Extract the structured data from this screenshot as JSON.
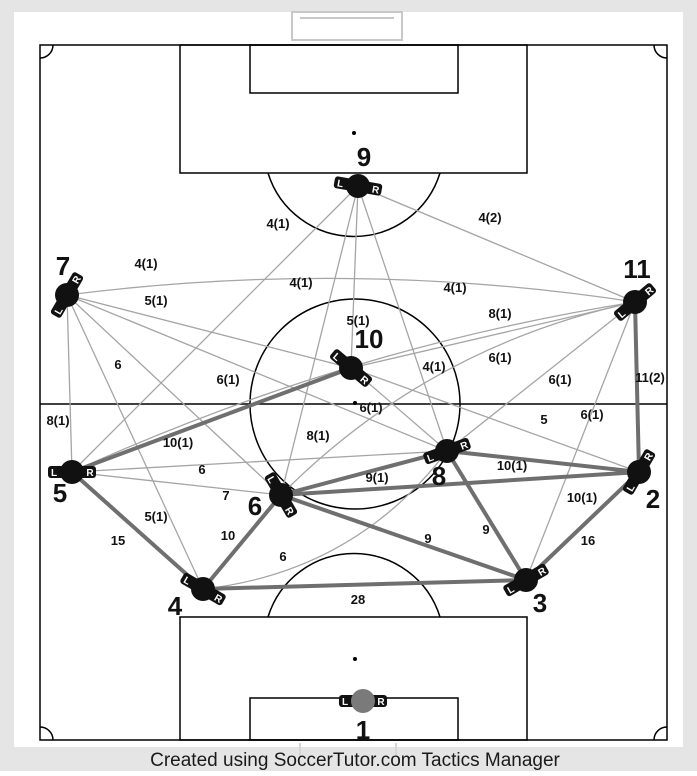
{
  "colors": {
    "frame": "#e5e5e5",
    "pitch": "#ffffff",
    "pitch_lines": "#000000",
    "player": "#111111",
    "goalkeeper": "#7a7a7a",
    "label_box": "#111111",
    "label_text": "#ffffff",
    "pass_strong": "#6f6f6f",
    "pass_weak": "#a5a5a5",
    "pass_label": "#111111"
  },
  "players": [
    {
      "id": "p1",
      "number": "1",
      "goalkeeper": true
    },
    {
      "id": "p2",
      "number": "2"
    },
    {
      "id": "p3",
      "number": "3"
    },
    {
      "id": "p4",
      "number": "4"
    },
    {
      "id": "p5",
      "number": "5"
    },
    {
      "id": "p6",
      "number": "6"
    },
    {
      "id": "p7",
      "number": "7"
    },
    {
      "id": "p8",
      "number": "8"
    },
    {
      "id": "p9",
      "number": "9"
    },
    {
      "id": "p10",
      "number": "10"
    },
    {
      "id": "p11",
      "number": "11"
    }
  ],
  "foot_labels": {
    "left": "L",
    "right": "R"
  },
  "passes": [
    {
      "id": "5-4",
      "from": "p5",
      "to": "p4",
      "label": "15",
      "strength": "strong"
    },
    {
      "id": "4-3",
      "from": "p4",
      "to": "p3",
      "label": "28",
      "strength": "strong"
    },
    {
      "id": "3-2",
      "from": "p3",
      "to": "p2",
      "label": "16",
      "strength": "strong"
    },
    {
      "id": "4-6",
      "from": "p4",
      "to": "p6",
      "label": "10",
      "strength": "strong"
    },
    {
      "id": "6-3",
      "from": "p6",
      "to": "p3",
      "label": "9",
      "strength": "strong"
    },
    {
      "id": "8-3",
      "from": "p8",
      "to": "p3",
      "label": "9",
      "strength": "strong"
    },
    {
      "id": "6-8",
      "from": "p6",
      "to": "p8",
      "label": "9(1)",
      "strength": "strong"
    },
    {
      "id": "8-2",
      "from": "p8",
      "to": "p2",
      "label": "10(1)",
      "strength": "strong"
    },
    {
      "id": "6-2",
      "from": "p6",
      "to": "p2",
      "label": "10(1)",
      "strength": "strong"
    },
    {
      "id": "5-10",
      "from": "p5",
      "to": "p10",
      "label": "10(1)",
      "strength": "strong"
    },
    {
      "id": "11-2",
      "from": "p11",
      "to": "p2",
      "label": "11(2)",
      "strength": "strong"
    },
    {
      "id": "7-4",
      "from": "p7",
      "to": "p4",
      "label": "6",
      "strength": "weak"
    },
    {
      "id": "7-6",
      "from": "p7",
      "to": "p6",
      "label": "6(1)",
      "strength": "weak"
    },
    {
      "id": "7-5",
      "from": "p7",
      "to": "p5",
      "label": "8(1)",
      "strength": "weak"
    },
    {
      "id": "7-10",
      "from": "p7",
      "to": "p10",
      "label": "5(1)",
      "strength": "weak"
    },
    {
      "id": "7-11",
      "from": "p7",
      "to": "p11",
      "label": "4(1)",
      "strength": "weak"
    },
    {
      "id": "7-8",
      "from": "p7",
      "to": "p8",
      "label": "",
      "strength": "weak"
    },
    {
      "id": "9-5",
      "from": "p9",
      "to": "p5",
      "label": "4(1)",
      "strength": "weak"
    },
    {
      "id": "9-6",
      "from": "p9",
      "to": "p6",
      "label": "4(1)",
      "strength": "weak"
    },
    {
      "id": "9-10",
      "from": "p9",
      "to": "p10",
      "label": "5(1)",
      "strength": "weak"
    },
    {
      "id": "9-8",
      "from": "p9",
      "to": "p8",
      "label": "4(1)",
      "strength": "weak"
    },
    {
      "id": "9-11",
      "from": "p9",
      "to": "p11",
      "label": "4(2)",
      "strength": "weak"
    },
    {
      "id": "11-5",
      "from": "p11",
      "to": "p5",
      "label": "4(1)",
      "strength": "weak"
    },
    {
      "id": "11-6",
      "from": "p11",
      "to": "p6",
      "label": "8(1)",
      "strength": "weak"
    },
    {
      "id": "11-8",
      "from": "p11",
      "to": "p8",
      "label": "6(1)",
      "strength": "weak"
    },
    {
      "id": "11-3",
      "from": "p11",
      "to": "p3",
      "label": "6(1)",
      "strength": "weak"
    },
    {
      "id": "11-10",
      "from": "p11",
      "to": "p10",
      "label": "8(1)",
      "strength": "weak"
    },
    {
      "id": "10-8",
      "from": "p10",
      "to": "p8",
      "label": "6(1)",
      "strength": "weak"
    },
    {
      "id": "10-2",
      "from": "p10",
      "to": "p2",
      "label": "5",
      "strength": "weak"
    },
    {
      "id": "5-8",
      "from": "p5",
      "to": "p8",
      "label": "6",
      "strength": "weak"
    },
    {
      "id": "5-6",
      "from": "p5",
      "to": "p6",
      "label": "7",
      "strength": "weak"
    },
    {
      "id": "6-4",
      "from": "p6",
      "to": "p4",
      "label": "5(1)",
      "strength": "weak"
    },
    {
      "id": "4-8",
      "from": "p4",
      "to": "p8",
      "label": "6",
      "strength": "weak"
    },
    {
      "id": "2-3",
      "from": "p2",
      "to": "p3",
      "label": "6(1)",
      "strength": "weak"
    }
  ],
  "caption": "Created using SoccerTutor.com Tactics Manager"
}
